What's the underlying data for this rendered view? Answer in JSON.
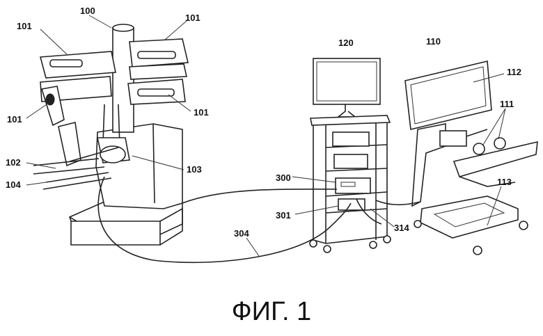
{
  "labels": {
    "patient_cart": "100",
    "arm_top_left": "101",
    "arm_top_right": "101",
    "arm_left": "101",
    "arm_right": "101",
    "instrument_102": "102",
    "instrument_104": "104",
    "instrument_103": "103",
    "vision_cart": "120",
    "unit_300": "300",
    "unit_301": "301",
    "cable_314": "314",
    "cable_304": "304",
    "surgeon_console": "110",
    "console_display": "112",
    "console_controls": "111",
    "console_base": "113"
  },
  "caption": "ФИГ. 1"
}
